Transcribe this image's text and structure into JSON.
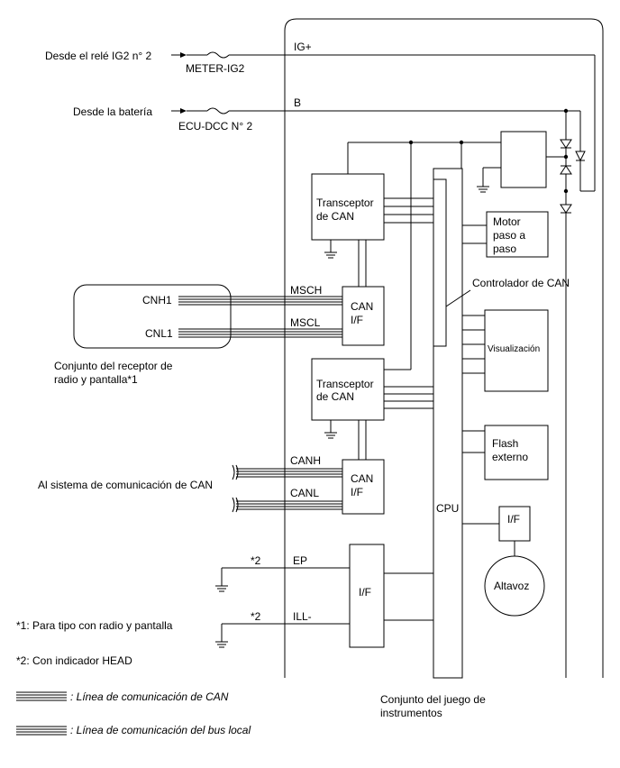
{
  "inputs": {
    "ig2_source": "Desde el relé IG2 n° 2",
    "ig2_fuse": "METER-IG2",
    "ig_plus": "IG+",
    "battery_source": "Desde la batería",
    "battery_fuse": "ECU-DCC N° 2",
    "b_label": "B"
  },
  "blocks": {
    "transceiver1": [
      "Transceptor",
      "de CAN"
    ],
    "transceiver2": [
      "Transceptor",
      "de CAN"
    ],
    "can_if1": [
      "CAN",
      "I/F"
    ],
    "can_if2": [
      "CAN",
      "I/F"
    ],
    "if_ep": "I/F",
    "cpu": "CPU",
    "can_controller": "Controlador de CAN",
    "motor": [
      "Motor",
      "paso a",
      "paso"
    ],
    "display": "Visualización",
    "flash": [
      "Flash",
      "externo"
    ],
    "speaker_if": "I/F",
    "speaker": "Altavoz"
  },
  "radio_unit": {
    "cnh1": "CNH1",
    "cnl1": "CNL1",
    "caption": [
      "Conjunto del receptor de",
      "radio y pantalla*1"
    ]
  },
  "pins": {
    "msch": "MSCH",
    "mscl": "MSCL",
    "canh": "CANH",
    "canl": "CANL",
    "ep": "EP",
    "ill": "ILL-",
    "ep_note": "*2",
    "ill_note": "*2"
  },
  "can_system": "Al sistema de comunicación de CAN",
  "meter_caption": [
    "Conjunto del juego de",
    "instrumentos"
  ],
  "notes": {
    "n1": "*1: Para tipo con radio y pantalla",
    "n2": "*2: Con indicador HEAD"
  },
  "legend": {
    "can_line": ": Línea de comunicación de CAN",
    "bus_line": ": Línea de comunicación del bus local"
  }
}
